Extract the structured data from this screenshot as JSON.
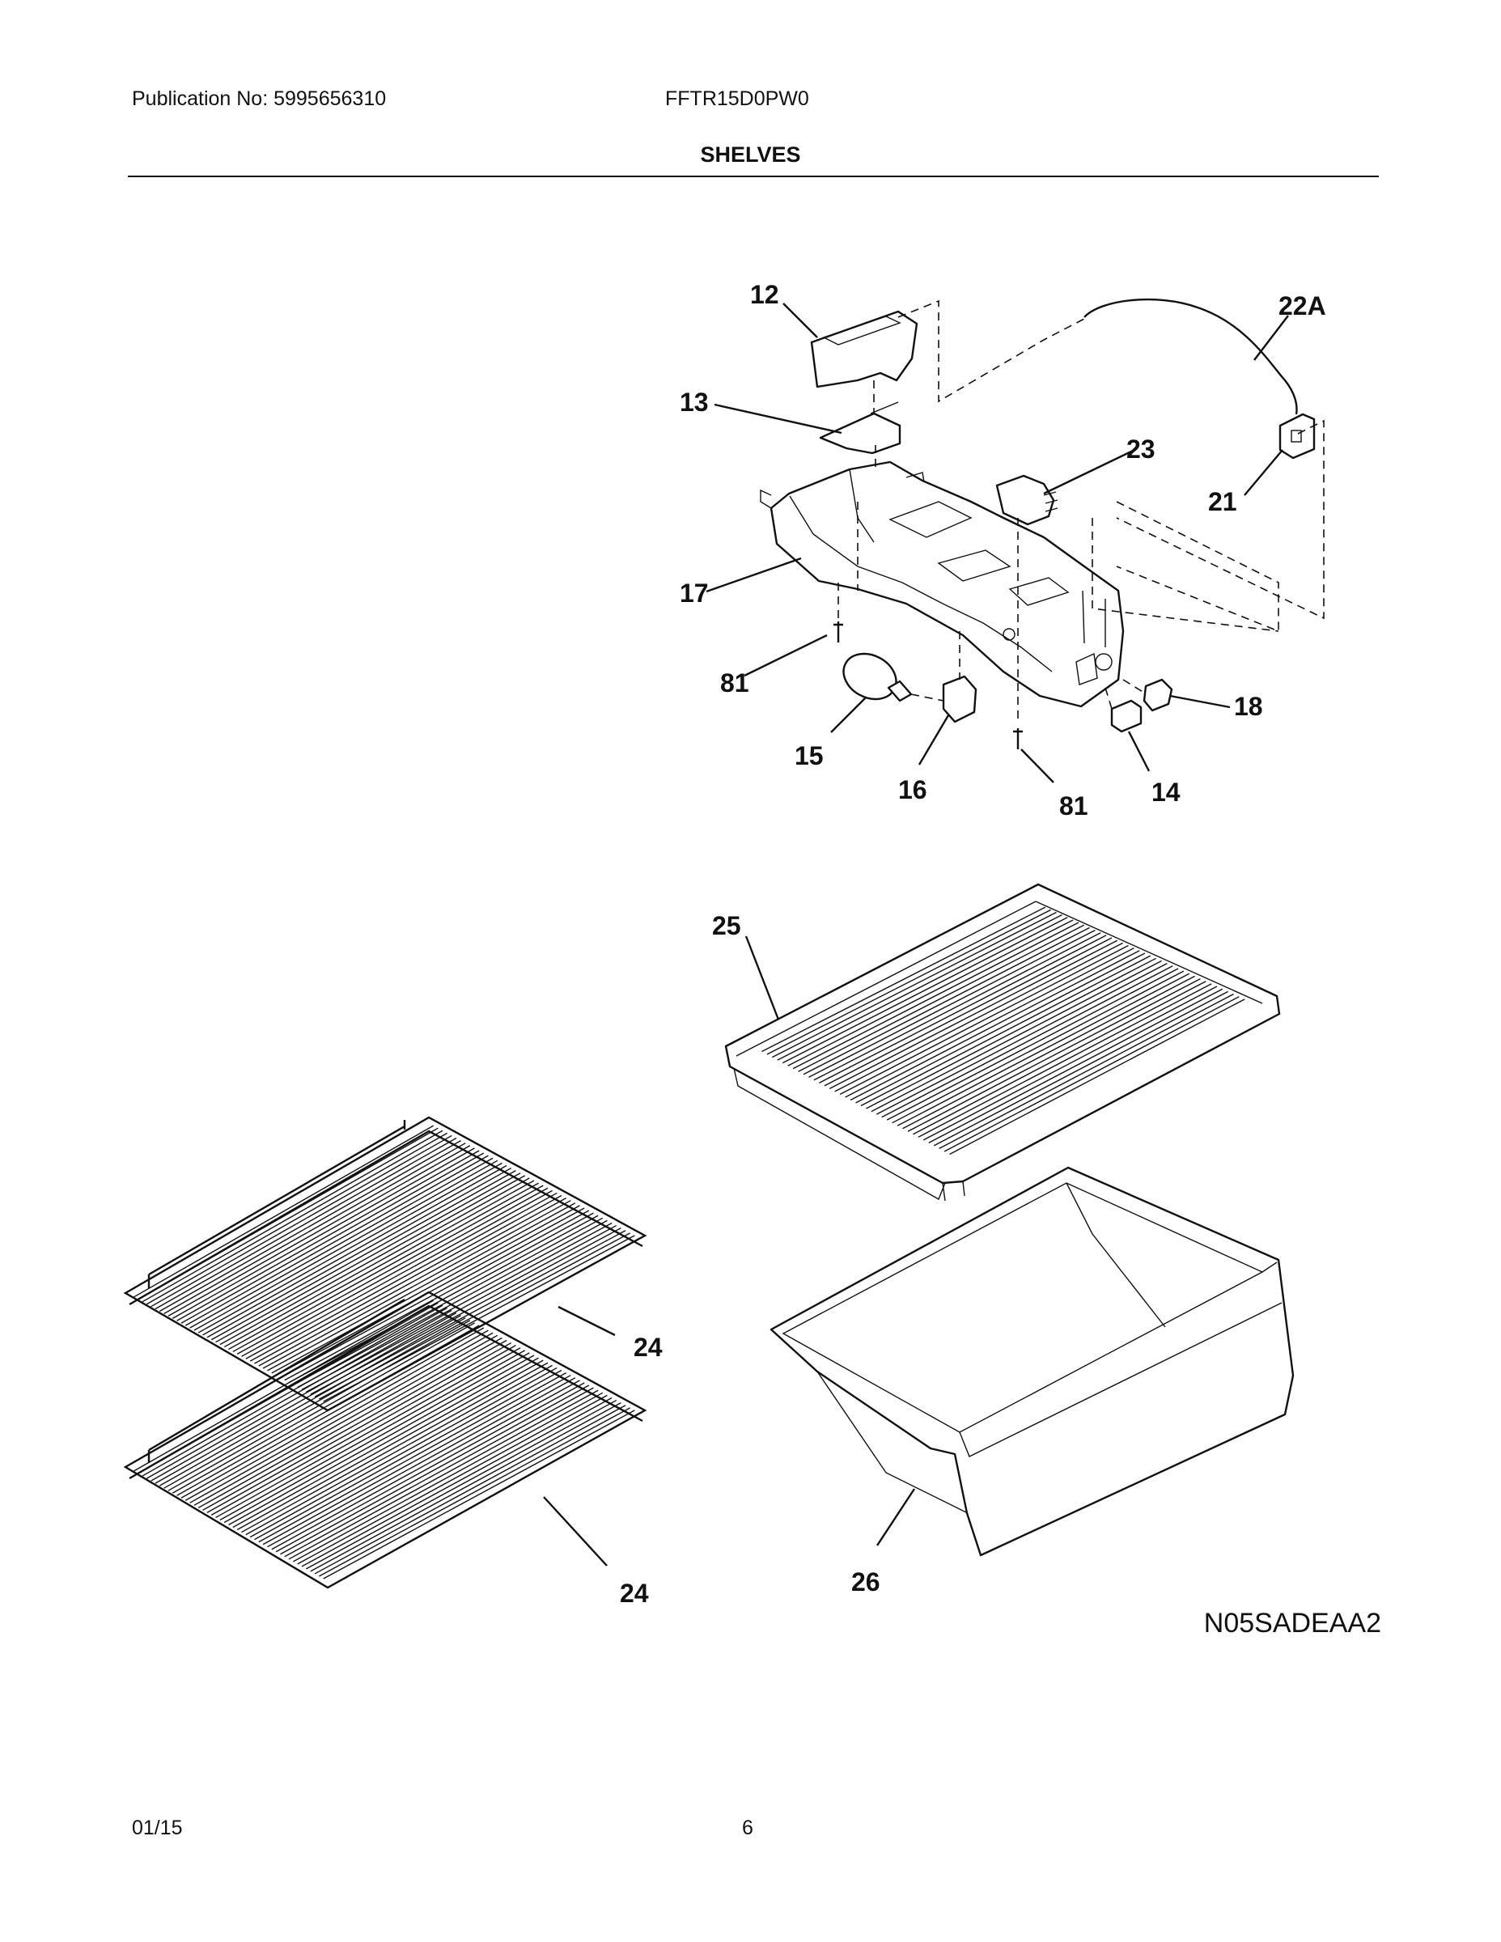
{
  "header": {
    "publication": "Publication No: 5995656310",
    "model": "FFTR15D0PW0",
    "section_title": "SHELVES"
  },
  "callouts": {
    "c12": "12",
    "c22a": "22A",
    "c13": "13",
    "c23": "23",
    "c21": "21",
    "c17": "17",
    "c81a": "81",
    "c18": "18",
    "c15": "15",
    "c16": "16",
    "c81b": "81",
    "c14": "14",
    "c25": "25",
    "c24a": "24",
    "c24b": "24",
    "c26": "26"
  },
  "drawing_code": "N05SADEAA2",
  "footer": {
    "date": "01/15",
    "page": "6"
  }
}
